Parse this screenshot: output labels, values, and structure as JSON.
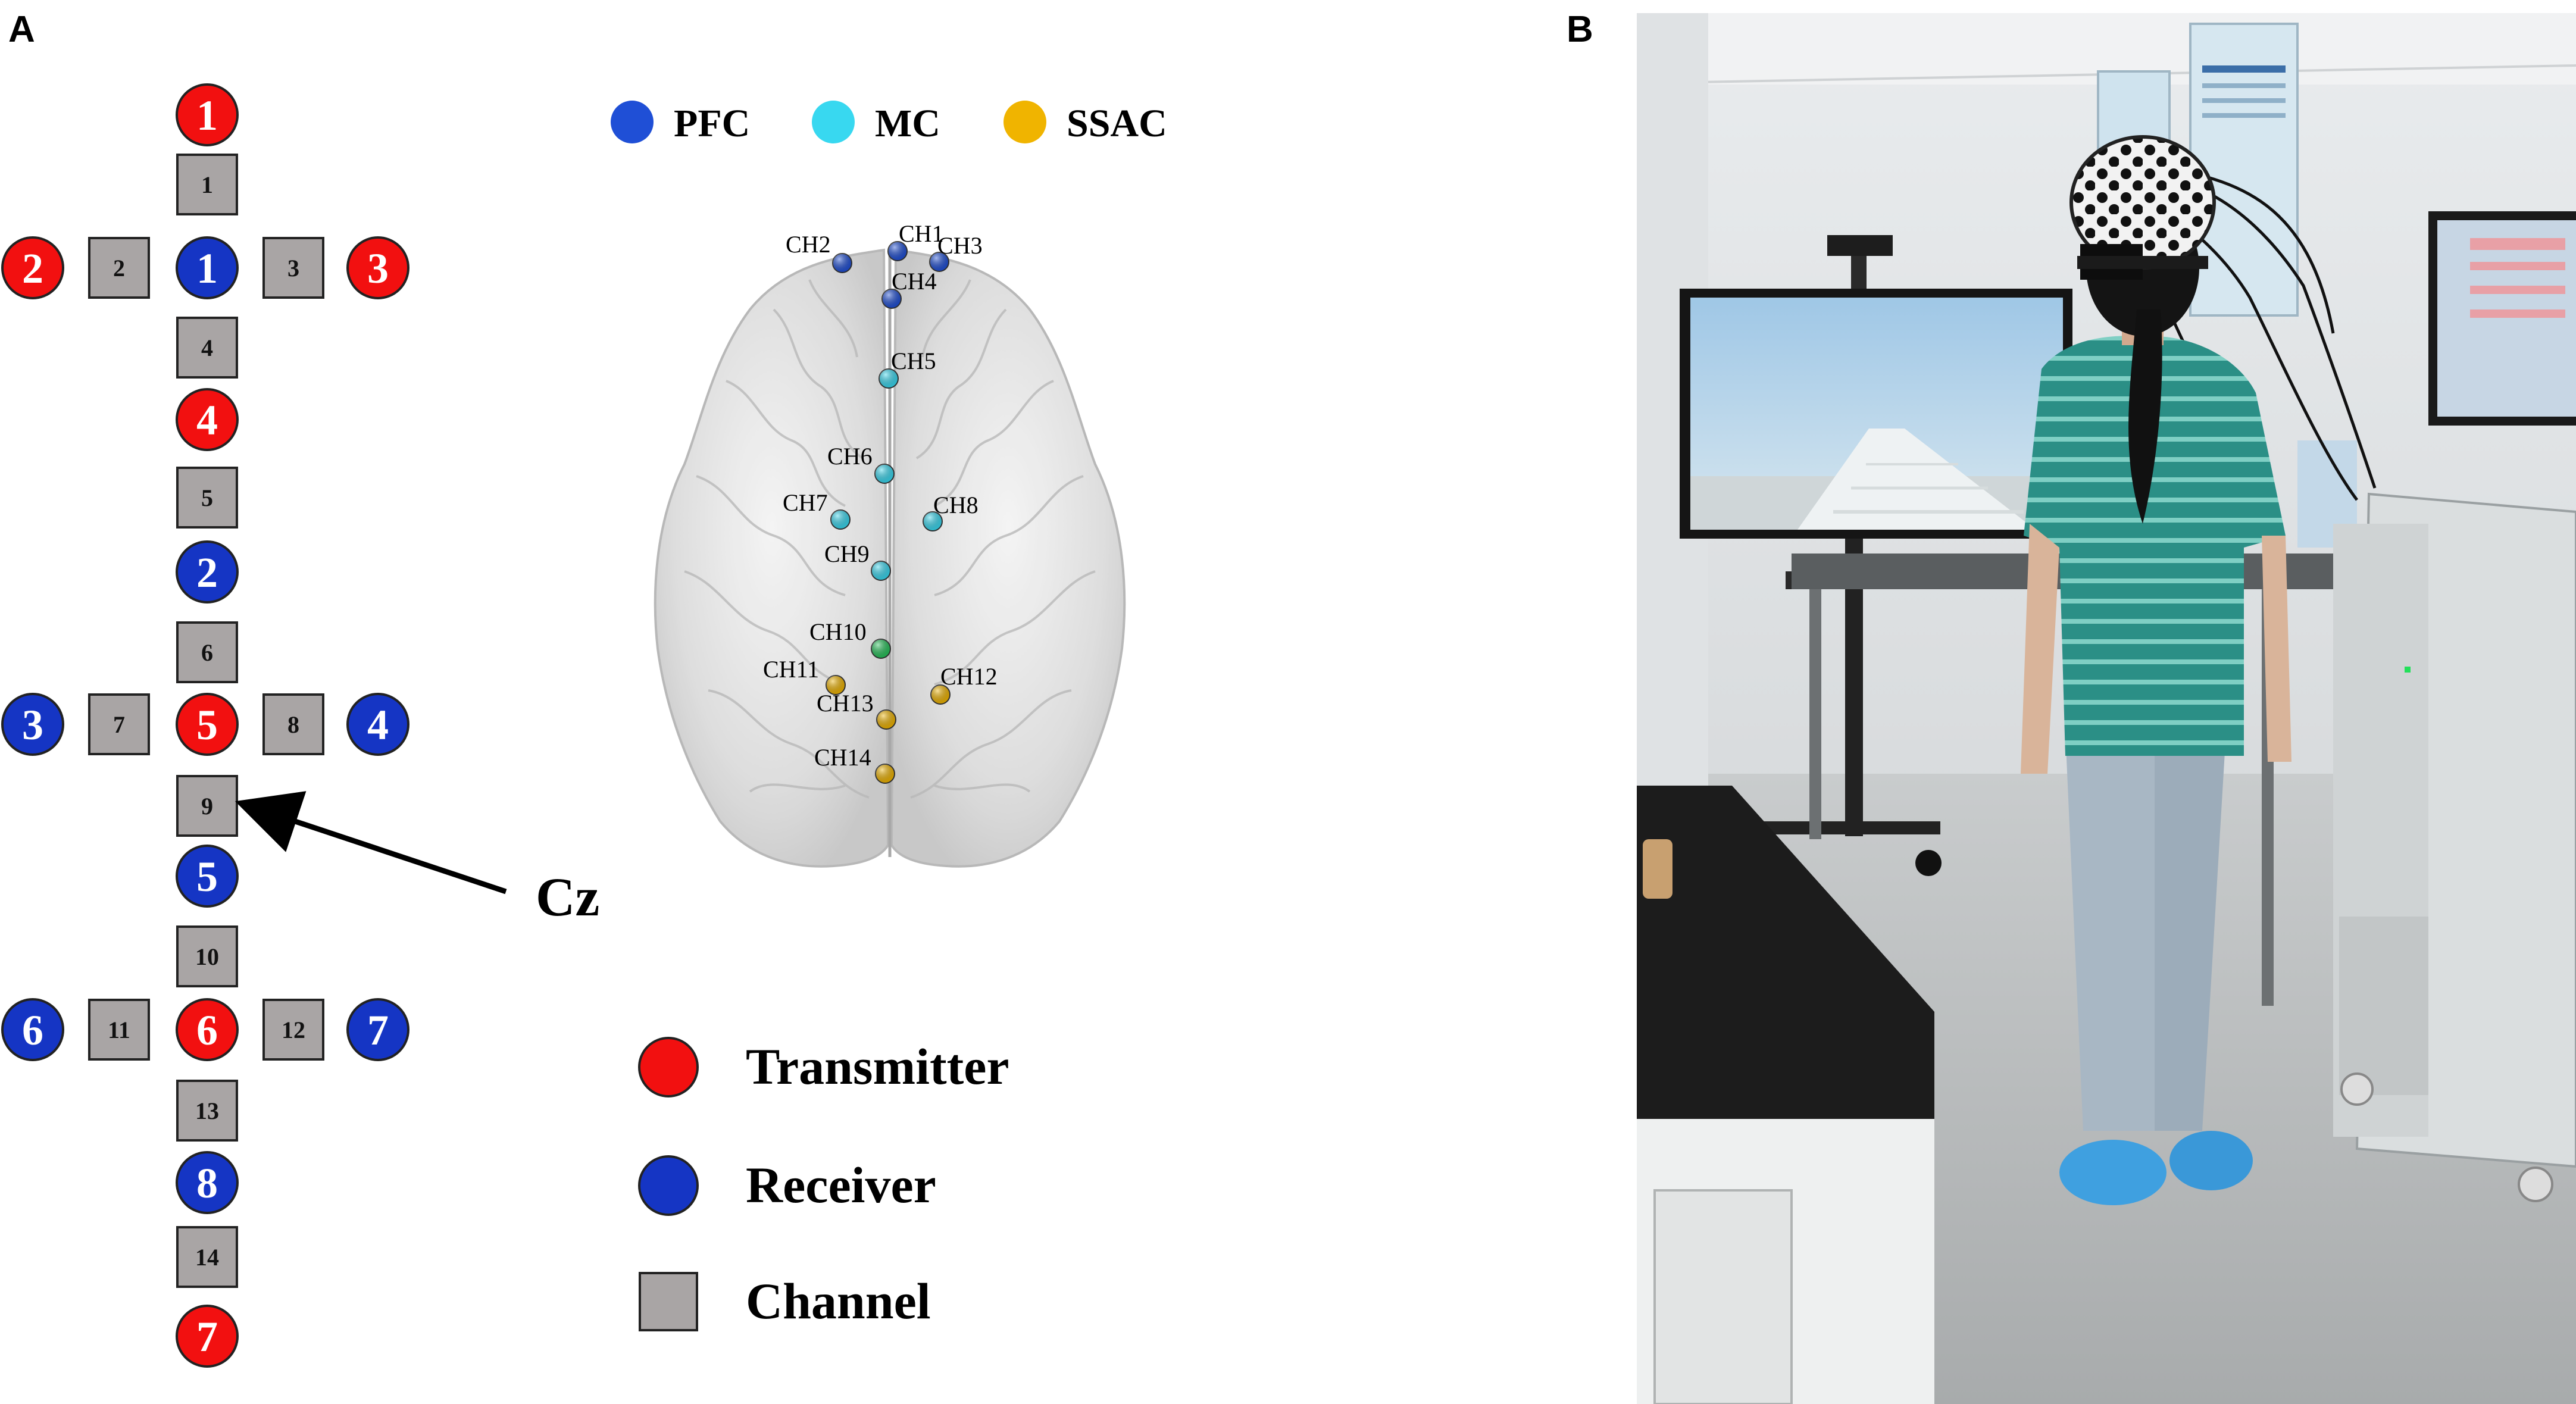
{
  "panels": {
    "a": "A",
    "b": "B"
  },
  "colors": {
    "transmitter": "#f21010",
    "receiver": "#1535c4",
    "channel": "#a9a5a5",
    "pfc": "#1f4fd6",
    "mc": "#38d8f0",
    "ssac": "#f0b400",
    "ch10": "#27c25a"
  },
  "cz_label": "Cz",
  "region_legend": [
    {
      "key": "pfc",
      "label": "PFC"
    },
    {
      "key": "mc",
      "label": "MC"
    },
    {
      "key": "ssac",
      "label": "SSAC"
    }
  ],
  "type_legend": [
    {
      "key": "transmitter",
      "label": "Transmitter"
    },
    {
      "key": "receiver",
      "label": "Receiver"
    },
    {
      "key": "channel",
      "label": "Channel"
    }
  ],
  "layout_nodes": [
    {
      "type": "transmitter",
      "label": "1"
    },
    {
      "type": "channel",
      "label": "1"
    },
    {
      "type": "transmitter",
      "label": "2"
    },
    {
      "type": "channel",
      "label": "2"
    },
    {
      "type": "receiver",
      "label": "1"
    },
    {
      "type": "channel",
      "label": "3"
    },
    {
      "type": "transmitter",
      "label": "3"
    },
    {
      "type": "channel",
      "label": "4"
    },
    {
      "type": "transmitter",
      "label": "4"
    },
    {
      "type": "channel",
      "label": "5"
    },
    {
      "type": "receiver",
      "label": "2"
    },
    {
      "type": "channel",
      "label": "6"
    },
    {
      "type": "receiver",
      "label": "3"
    },
    {
      "type": "channel",
      "label": "7"
    },
    {
      "type": "transmitter",
      "label": "5"
    },
    {
      "type": "channel",
      "label": "8"
    },
    {
      "type": "receiver",
      "label": "4"
    },
    {
      "type": "channel",
      "label": "9"
    },
    {
      "type": "receiver",
      "label": "5"
    },
    {
      "type": "channel",
      "label": "10"
    },
    {
      "type": "receiver",
      "label": "6"
    },
    {
      "type": "channel",
      "label": "11"
    },
    {
      "type": "transmitter",
      "label": "6"
    },
    {
      "type": "channel",
      "label": "12"
    },
    {
      "type": "receiver",
      "label": "7"
    },
    {
      "type": "channel",
      "label": "13"
    },
    {
      "type": "receiver",
      "label": "8"
    },
    {
      "type": "channel",
      "label": "14"
    },
    {
      "type": "transmitter",
      "label": "7"
    }
  ],
  "brain_channels": [
    {
      "label": "CH1",
      "region": "pfc"
    },
    {
      "label": "CH2",
      "region": "pfc"
    },
    {
      "label": "CH3",
      "region": "pfc"
    },
    {
      "label": "CH4",
      "region": "pfc"
    },
    {
      "label": "CH5",
      "region": "mc"
    },
    {
      "label": "CH6",
      "region": "mc"
    },
    {
      "label": "CH7",
      "region": "mc"
    },
    {
      "label": "CH8",
      "region": "mc"
    },
    {
      "label": "CH9",
      "region": "mc"
    },
    {
      "label": "CH10",
      "region": "ch10"
    },
    {
      "label": "CH11",
      "region": "ssac"
    },
    {
      "label": "CH12",
      "region": "ssac"
    },
    {
      "label": "CH13",
      "region": "ssac"
    },
    {
      "label": "CH14",
      "region": "ssac"
    }
  ]
}
